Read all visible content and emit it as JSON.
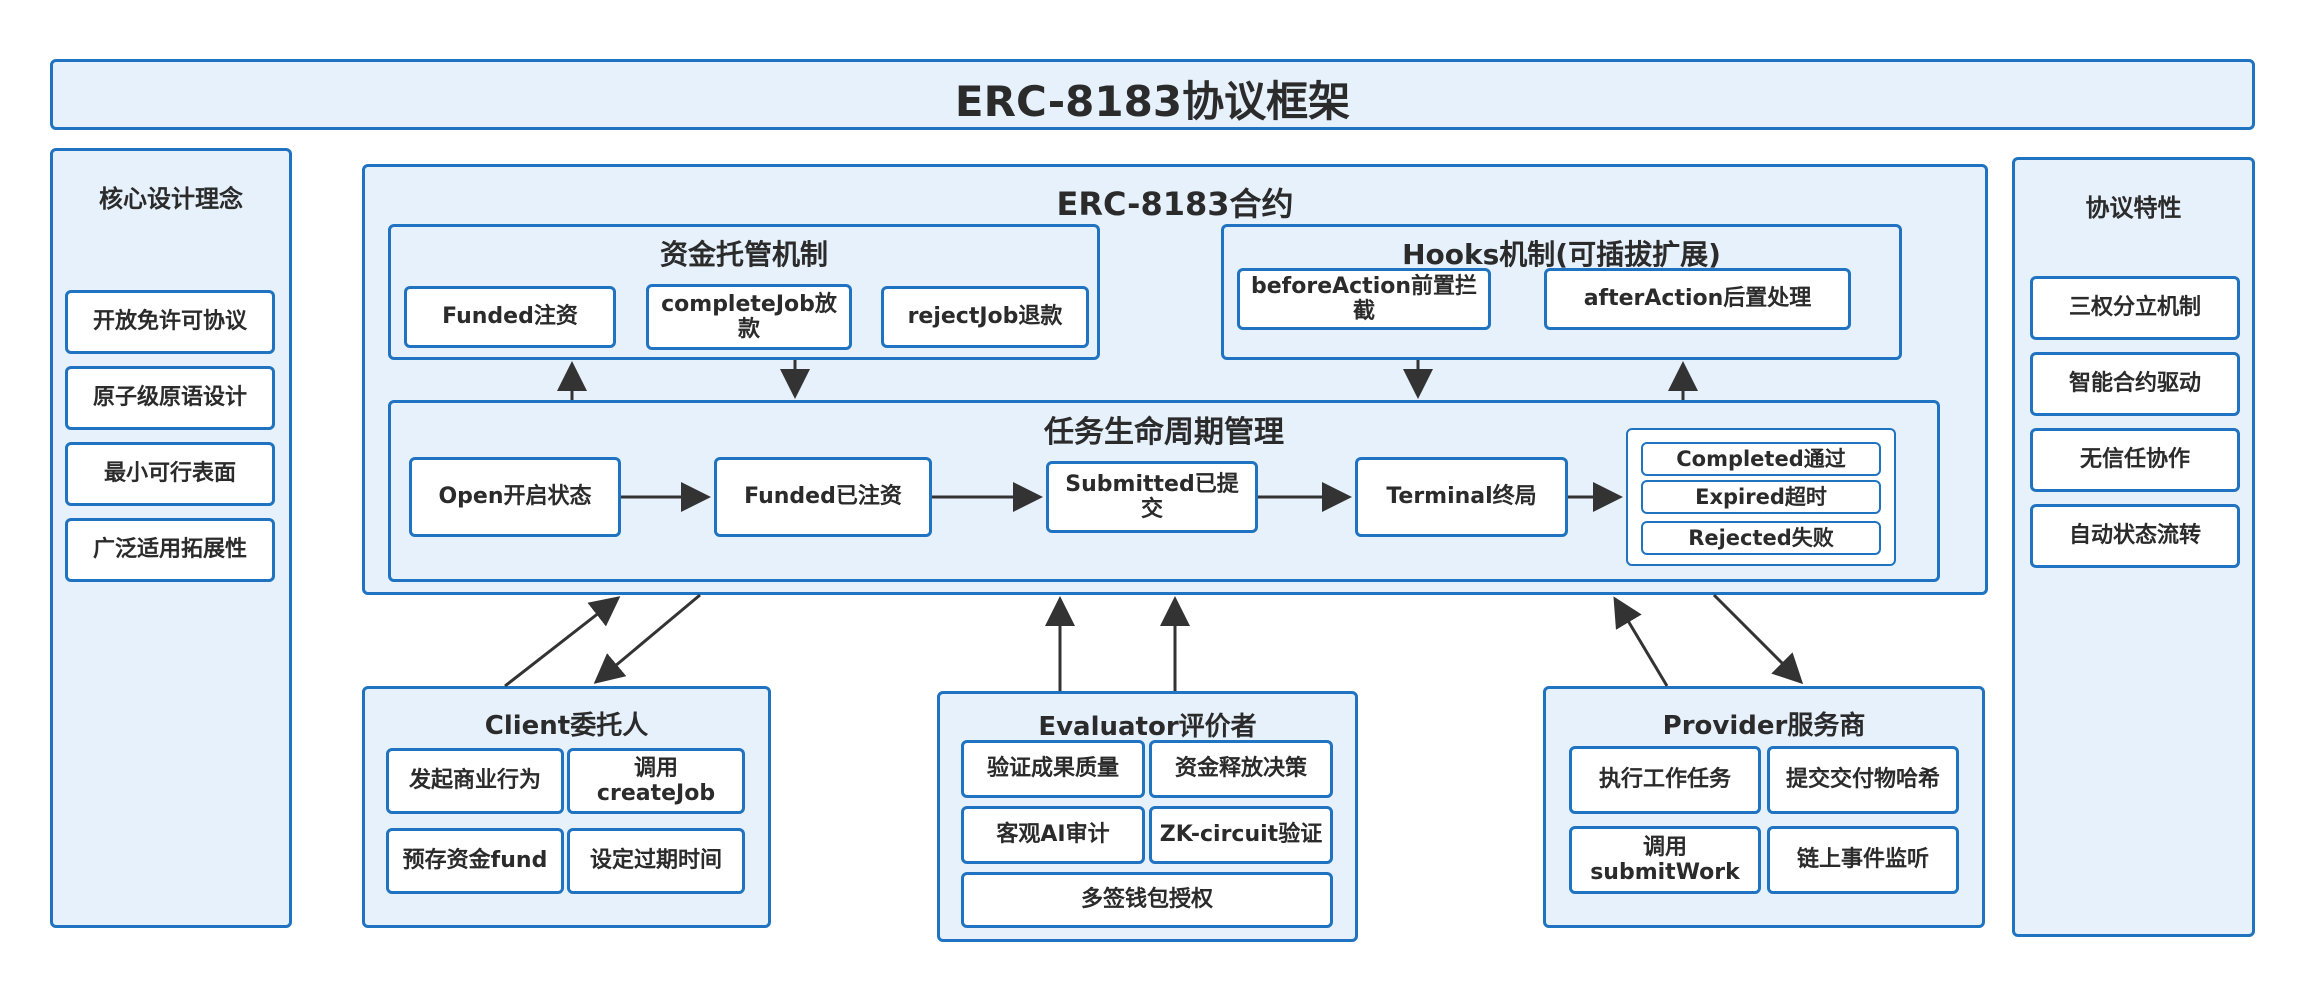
{
  "header": {
    "title": "ERC-8183协议框架"
  },
  "left_panel": {
    "title": "核心设计理念",
    "items": [
      "开放免许可协议",
      "原子级原语设计",
      "最小可行表面",
      "广泛适用拓展性"
    ]
  },
  "right_panel": {
    "title": "协议特性",
    "items": [
      "三权分立机制",
      "智能合约驱动",
      "无信任协作",
      "自动状态流转"
    ]
  },
  "contract": {
    "title": "ERC-8183合约",
    "escrow": {
      "title": "资金托管机制",
      "items": [
        "Funded注资",
        "completeJob放款",
        "rejectJob退款"
      ]
    },
    "hooks": {
      "title": "Hooks机制(可插拔扩展)",
      "items": [
        "beforeAction前置拦截",
        "afterAction后置处理"
      ]
    },
    "lifecycle": {
      "title": "任务生命周期管理",
      "states": [
        "Open开启状态",
        "Funded已注资",
        "Submitted已提交",
        "Terminal终局"
      ],
      "outcomes": [
        "Completed通过",
        "Expired超时",
        "Rejected失败"
      ]
    }
  },
  "client": {
    "title": "Client委托人",
    "items": [
      "发起商业行为",
      "调用createJob",
      "预存资金fund",
      "设定过期时间"
    ]
  },
  "evaluator": {
    "title": "Evaluator评价者",
    "items": [
      "验证成果质量",
      "资金释放决策",
      "客观AI审计",
      "ZK-circuit验证",
      "多签钱包授权"
    ]
  },
  "provider": {
    "title": "Provider服务商",
    "items": [
      "执行工作任务",
      "提交交付物哈希",
      "调用\nsubmitWork",
      "链上事件监听"
    ]
  },
  "colors": {
    "border": "#1f73c1",
    "panel_fill": "#e6f1fb",
    "arrow": "#333333"
  }
}
